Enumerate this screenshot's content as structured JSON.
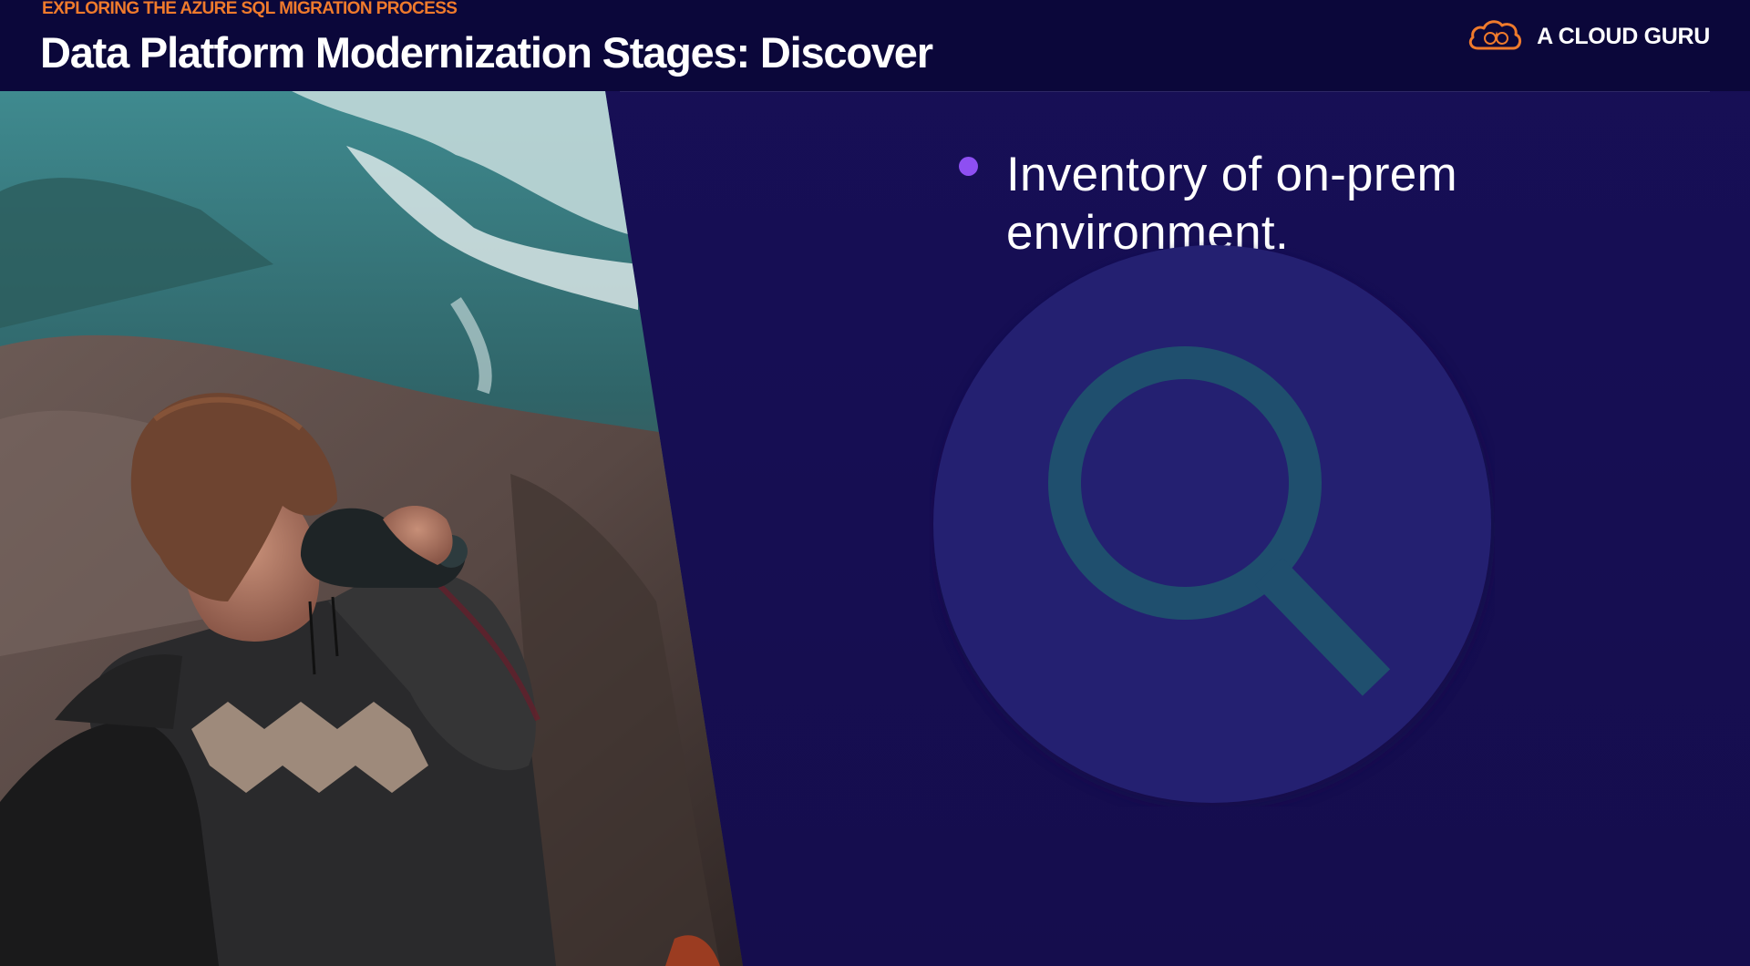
{
  "header": {
    "eyebrow": "EXPLORING THE AZURE SQL MIGRATION PROCESS",
    "title": "Data Platform Modernization Stages: Discover"
  },
  "brand": {
    "name": "A CLOUD GURU",
    "icon": "cloud-logo-icon",
    "color": "#ef7a2c"
  },
  "content": {
    "bullets": [
      {
        "text": "Inventory of on-prem environment."
      }
    ]
  },
  "illustration": {
    "photo": "person-with-binoculars-photo",
    "icon": "magnifier-icon",
    "icon_color": "#1f4f6e",
    "circle_color": "#242071"
  },
  "colors": {
    "background": "#160e53",
    "header": "#0b073a",
    "accent_orange": "#ef7a2c",
    "bullet_purple": "#8e4ff2",
    "text": "#ffffff"
  }
}
